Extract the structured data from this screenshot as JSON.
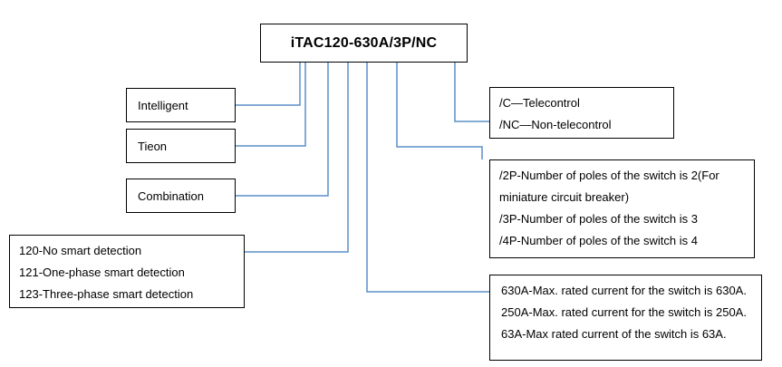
{
  "title": "iTAC120-630A/3P/NC",
  "colors": {
    "connector": "#5b8fc7",
    "border": "#000000"
  },
  "left": {
    "intelligent": "Intelligent",
    "tieon": "Tieon",
    "combination": "Combination",
    "detection": [
      "120-No smart detection",
      "121-One-phase smart detection",
      "123-Three-phase smart detection"
    ]
  },
  "right": {
    "telecontrol": [
      "/C—Telecontrol",
      "/NC—Non-telecontrol"
    ],
    "poles": [
      "/2P-Number of poles of the switch is 2(For miniature circuit breaker)",
      "/3P-Number of poles of the switch is 3",
      "/4P-Number of poles of the switch is 4"
    ],
    "current": [
      "630A-Max. rated current for the switch is 630A.",
      "250A-Max. rated current for the switch is 250A.",
      "63A-Max rated current of the switch is 63A."
    ]
  }
}
